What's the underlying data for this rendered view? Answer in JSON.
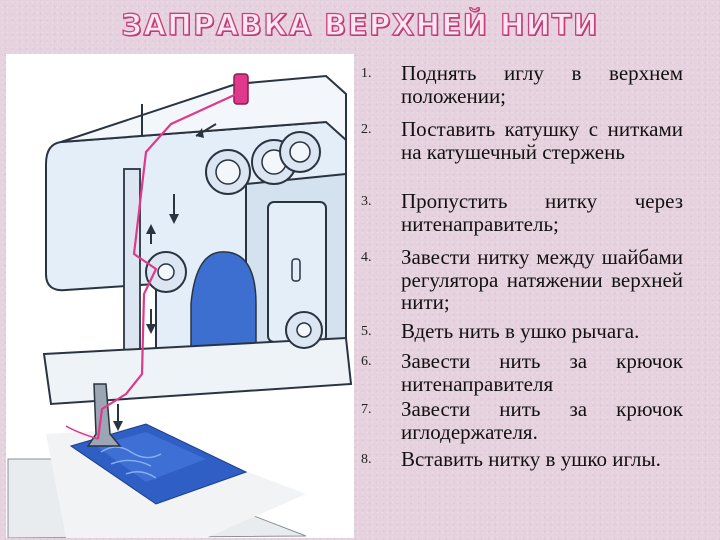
{
  "slide": {
    "title": "ЗАПРАВКА ВЕРХНЕЙ НИТИ"
  },
  "steps": [
    {
      "number": "1.",
      "text": "Поднять иглу в верхнем положении;"
    },
    {
      "number": "2.",
      "text": "Поставить катушку с нитками на катушечный стержень"
    },
    {
      "number": "3.",
      "text": "Пропустить нитку через нитенаправитель;"
    },
    {
      "number": "4.",
      "text": "Завести нитку между шайбами регулятора натяжении верхней нити;"
    },
    {
      "number": "5.",
      "text": "Вдеть нить в ушко рычага."
    },
    {
      "number": "6.",
      "text": "Завести нить за крючок нитенаправителя"
    },
    {
      "number": "7.",
      "text": "Завести нить за крючок иглодержателя."
    },
    {
      "number": "8.",
      "text": "Вставить нитку в ушко иглы."
    }
  ],
  "colors": {
    "thread": "#e0388a",
    "machine_body": "#e4eef8",
    "machine_outline": "#2a3440",
    "fabric": "#2f5fc4",
    "title_outline": "#c8417e",
    "background": "#e6d2de"
  }
}
